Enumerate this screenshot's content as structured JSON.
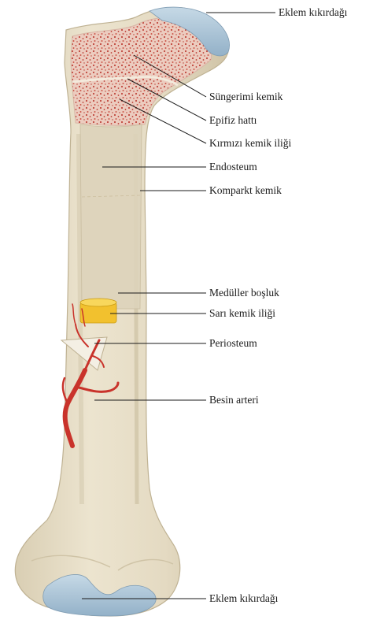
{
  "labels": {
    "articular_cartilage_top": "Eklem kıkırdağı",
    "spongy_bone": "Süngerimi kemik",
    "epiphyseal_line": "Epifiz hattı",
    "red_marrow": "Kırmızı kemik iliği",
    "endosteum": "Endosteum",
    "compact_bone": "Komparkt kemik",
    "medullary_cavity": "Medüller boşluk",
    "yellow_marrow": "Sarı kemik iliği",
    "periosteum": "Periosteum",
    "nutrient_artery": "Besin arteri",
    "articular_cartilage_bottom": "Eklem kıkırdağı"
  },
  "colors": {
    "bone": "#e6dcc4",
    "bone_dark": "#cfc3a6",
    "spongy": "#e9c6b8",
    "red_dots": "#c0463c",
    "cartilage": "#a9c4d8",
    "yellow_marrow": "#f2c12e",
    "artery": "#c9332b",
    "periosteum": "#f4efe4"
  }
}
